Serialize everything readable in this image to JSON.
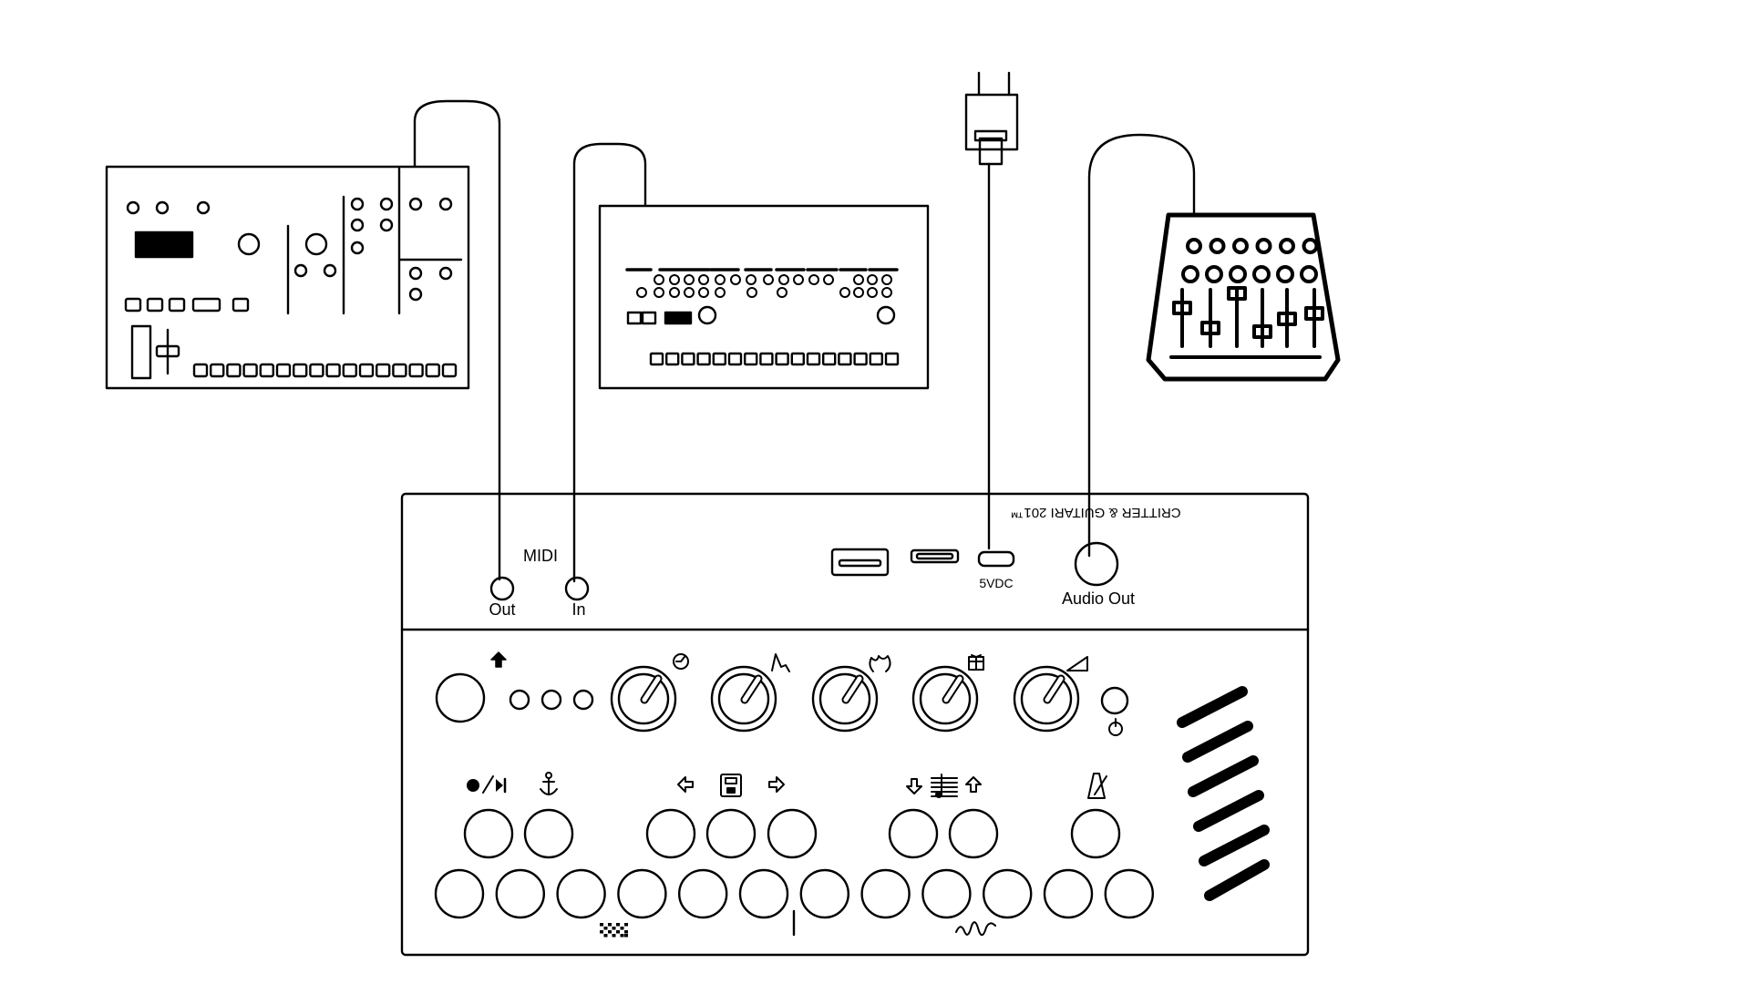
{
  "device": {
    "brand": "CRITTER & GUITARI 201™",
    "midi_label": "MIDI",
    "midi_out_label": "Out",
    "midi_in_label": "In",
    "power_label": "5VDC",
    "audio_out_label": "Audio Out"
  },
  "icons": {
    "shift": "up-arrow-icon",
    "tempo": "clock-icon",
    "envelope": "envelope-icon",
    "effect": "flame-icon",
    "gift": "gift-icon",
    "volume": "volume-ramp-icon",
    "power": "power-icon",
    "record_play": "record-play-icon",
    "anchor": "anchor-icon",
    "left": "left-arrow-icon",
    "save": "floppy-disk-icon",
    "right": "right-arrow-icon",
    "down": "down-arrow-icon",
    "score": "score-icon",
    "up": "up-arrow-icon",
    "metronome": "metronome-icon",
    "grid": "grid-icon",
    "wave": "wave-icon"
  },
  "connections": [
    {
      "from": "groovebox",
      "to": "midi-out-jack"
    },
    {
      "from": "drum-machine",
      "to": "midi-in-jack"
    },
    {
      "from": "power-plug",
      "to": "usb-c-power-port"
    },
    {
      "from": "mixer",
      "to": "audio-out-jack"
    }
  ],
  "colors": {
    "line": "#000000",
    "background": "#ffffff"
  }
}
